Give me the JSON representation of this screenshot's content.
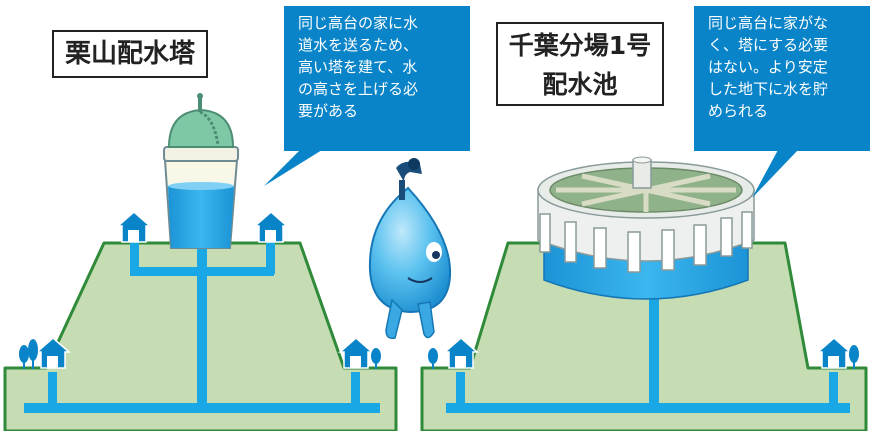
{
  "left": {
    "title": "栗山配水塔",
    "bubble": "同じ高台の家に水\n道水を送るため、\n高い塔を建て、水\nの高さを上げる必\n要がある"
  },
  "right": {
    "title": "千葉分場1号\n配水池",
    "bubble": "同じ高台に家がな\nく、塔にする必要\nはない。より安定\nした地下に水を貯\nめられる"
  },
  "colors": {
    "hill": "#c6dcb2",
    "hill_outline": "#2f8a3a",
    "pipe": "#19a7e6",
    "house": "#0a84c8",
    "bubble": "#0a84c8",
    "tower_roof": "#7fc8a6",
    "tank_water": "#2aa8e6",
    "character": "#45b4e8"
  }
}
